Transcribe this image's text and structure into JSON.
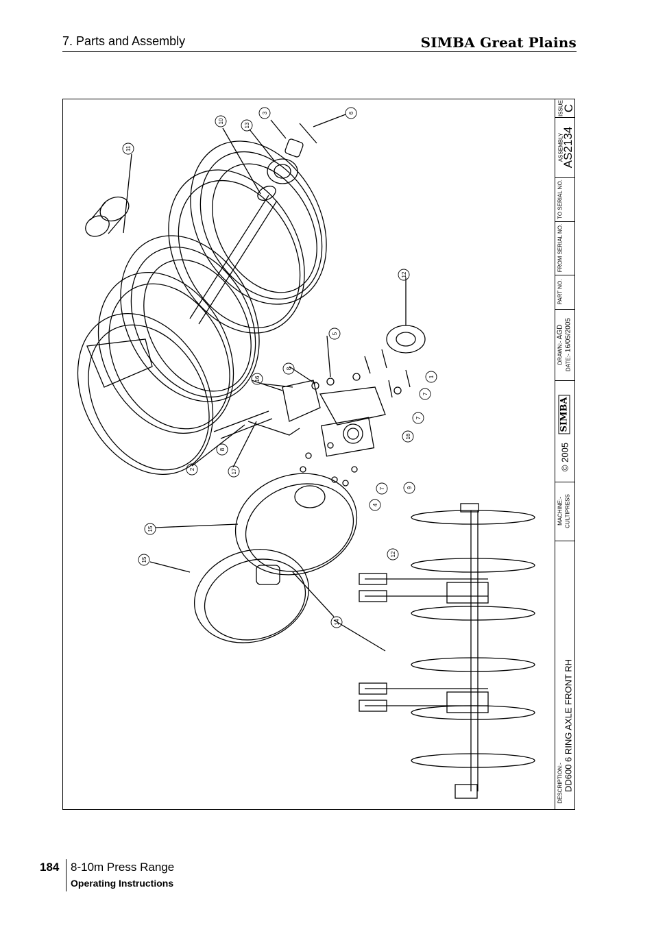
{
  "header": {
    "section_title": "7. Parts and Assembly",
    "brand": "SIMBA Great Plains"
  },
  "title_block": {
    "issue_label": "ISSUE",
    "issue_value": "C",
    "assembly_label": "ASSEMBLY",
    "assembly_value": "AS2134",
    "to_serial_label": "TO SERIAL NO.",
    "from_serial_label": "FROM SERIAL NO.",
    "part_no_label": "PART NO.",
    "drawn_label": "DRAWN:-",
    "drawn_value": "AGD",
    "date_label": "DATE:-",
    "date_value": "16/05/2005",
    "logo_text": "SIMBA",
    "copyright": "© 2005",
    "machine_label": "MACHINE:-",
    "machine_value": "CULTIPRESS",
    "description_label": "DESCRIPTION:-",
    "description_value": "DD600 6 RING AXLE FRONT RH"
  },
  "callouts": [
    "1",
    "2",
    "3",
    "4",
    "5",
    "6",
    "7",
    "7",
    "7",
    "8",
    "8",
    "9",
    "10",
    "11",
    "12",
    "12",
    "13",
    "14",
    "15",
    "15",
    "16",
    "16",
    "17"
  ],
  "footer": {
    "page_number": "184",
    "title": "8-10m Press Range",
    "subtitle": "Operating Instructions"
  }
}
